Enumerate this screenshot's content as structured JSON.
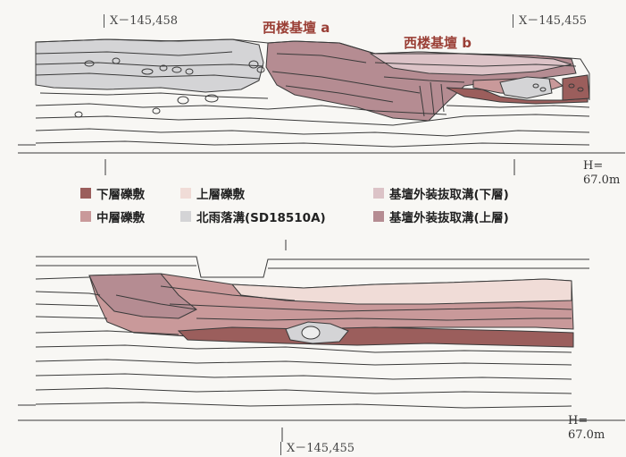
{
  "coords": {
    "top_left": "X－145,458",
    "top_right": "X－145,455",
    "bottom": "X－145,455"
  },
  "labels": {
    "west_a": "西楼基壇 a",
    "west_b": "西楼基壇 b"
  },
  "elevation": {
    "top_h": "H=",
    "top_val": "67.0m",
    "bottom_h": "H=",
    "bottom_val": "67.0m"
  },
  "legend": [
    {
      "label": "下層礫敷",
      "color": "#9b5e5c"
    },
    {
      "label": "中層礫敷",
      "color": "#c9999a"
    },
    {
      "label": "上層礫敷",
      "color": "#f0dcd7"
    },
    {
      "label": "北雨落溝(SD18510A)",
      "color": "#d4d4d6"
    },
    {
      "label": "基壇外装抜取溝(下層)",
      "color": "#dcc3c7"
    },
    {
      "label": "基壇外装抜取溝(上層)",
      "color": "#b58c92"
    }
  ],
  "colors": {
    "title": "#9a3f36",
    "line": "#3a3a3a",
    "lower": "#9b5e5c",
    "middle": "#c9999a",
    "upper": "#f0dcd7",
    "gutter": "#d4d4d6",
    "trench_lower": "#dcc3c7",
    "trench_upper": "#b58c92"
  }
}
